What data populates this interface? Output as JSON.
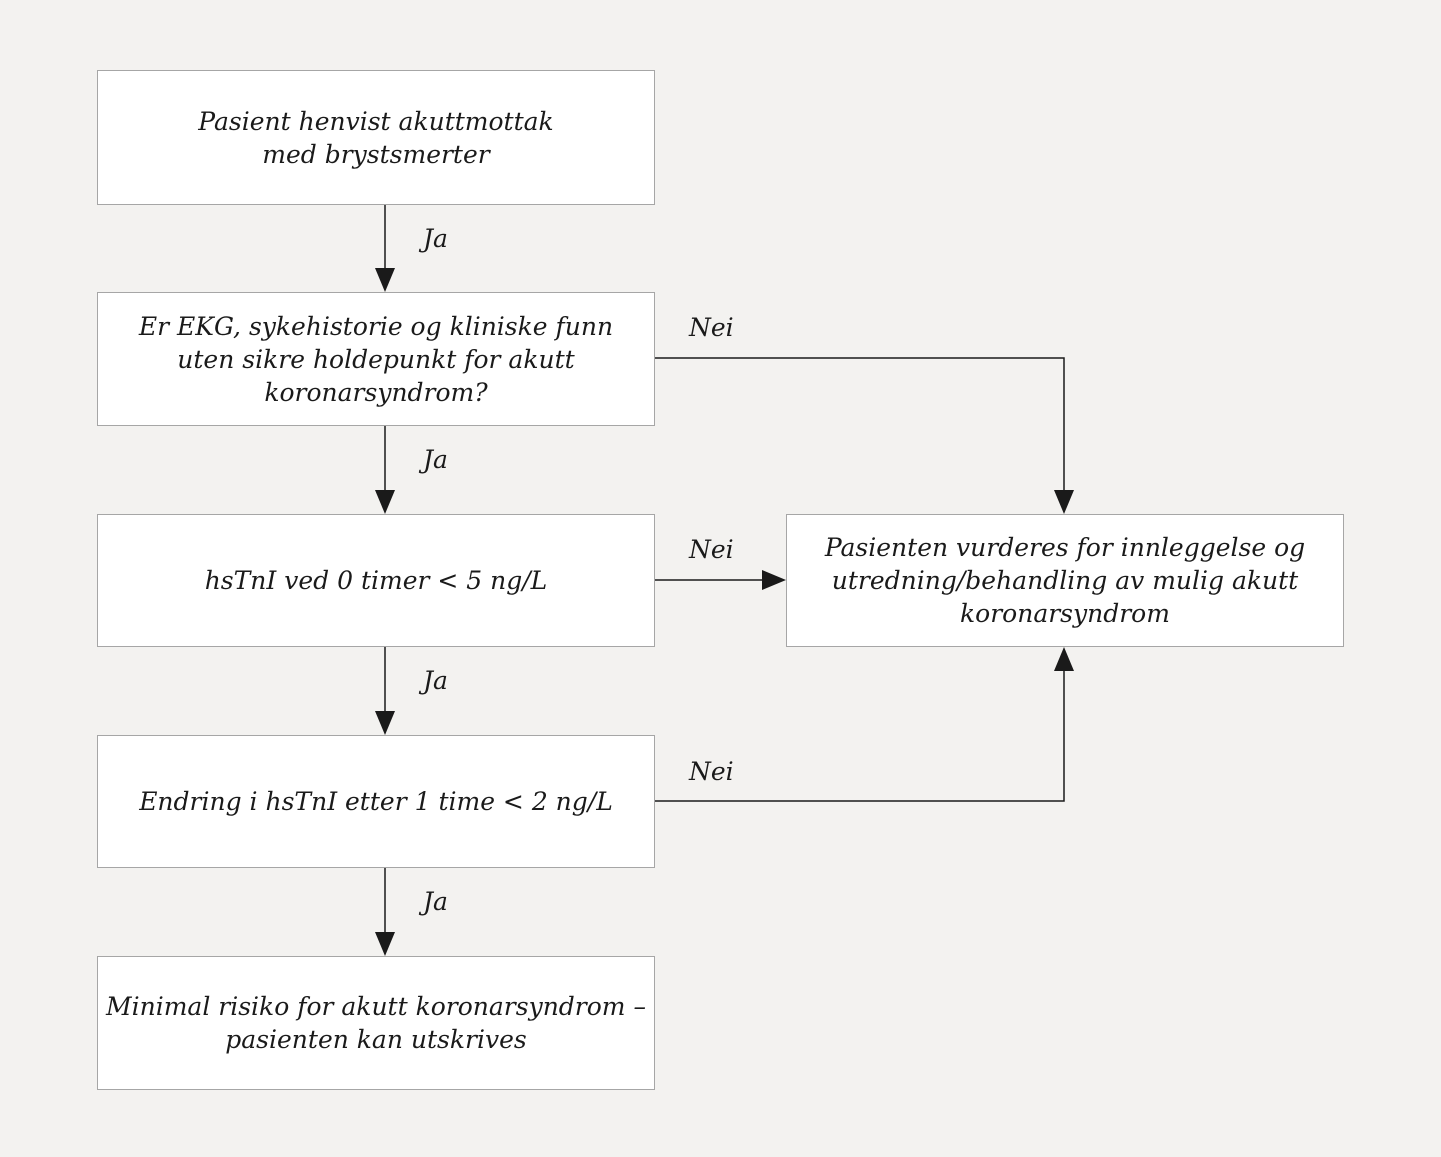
{
  "nodes": {
    "start": "Pasient henvist akuttmottak\nmed brystsmerter",
    "q1": "Er EKG, sykehistorie og kliniske funn\nuten sikre holdepunkt for akutt\nkoronarsyndrom?",
    "q2": "hsTnI ved 0 timer < 5 ng/L",
    "q3": "Endring i hsTnI etter 1 time < 2 ng/L",
    "end_low": "Minimal risiko for akutt koronarsyndrom –\npasienten kan utskrives",
    "end_admit": "Pasienten vurderes for innleggelse og\nutredning/behandling av mulig akutt\nkoronarsyndrom"
  },
  "edges": {
    "start_q1": "Ja",
    "q1_q2": "Ja",
    "q2_q3": "Ja",
    "q3_end": "Ja",
    "q1_admit": "Nei",
    "q2_admit": "Nei",
    "q3_admit": "Nei"
  },
  "colors": {
    "background": "#f3f2f0",
    "box_fill": "#ffffff",
    "box_border": "#a6a6a6",
    "line": "#1a1a1a"
  }
}
